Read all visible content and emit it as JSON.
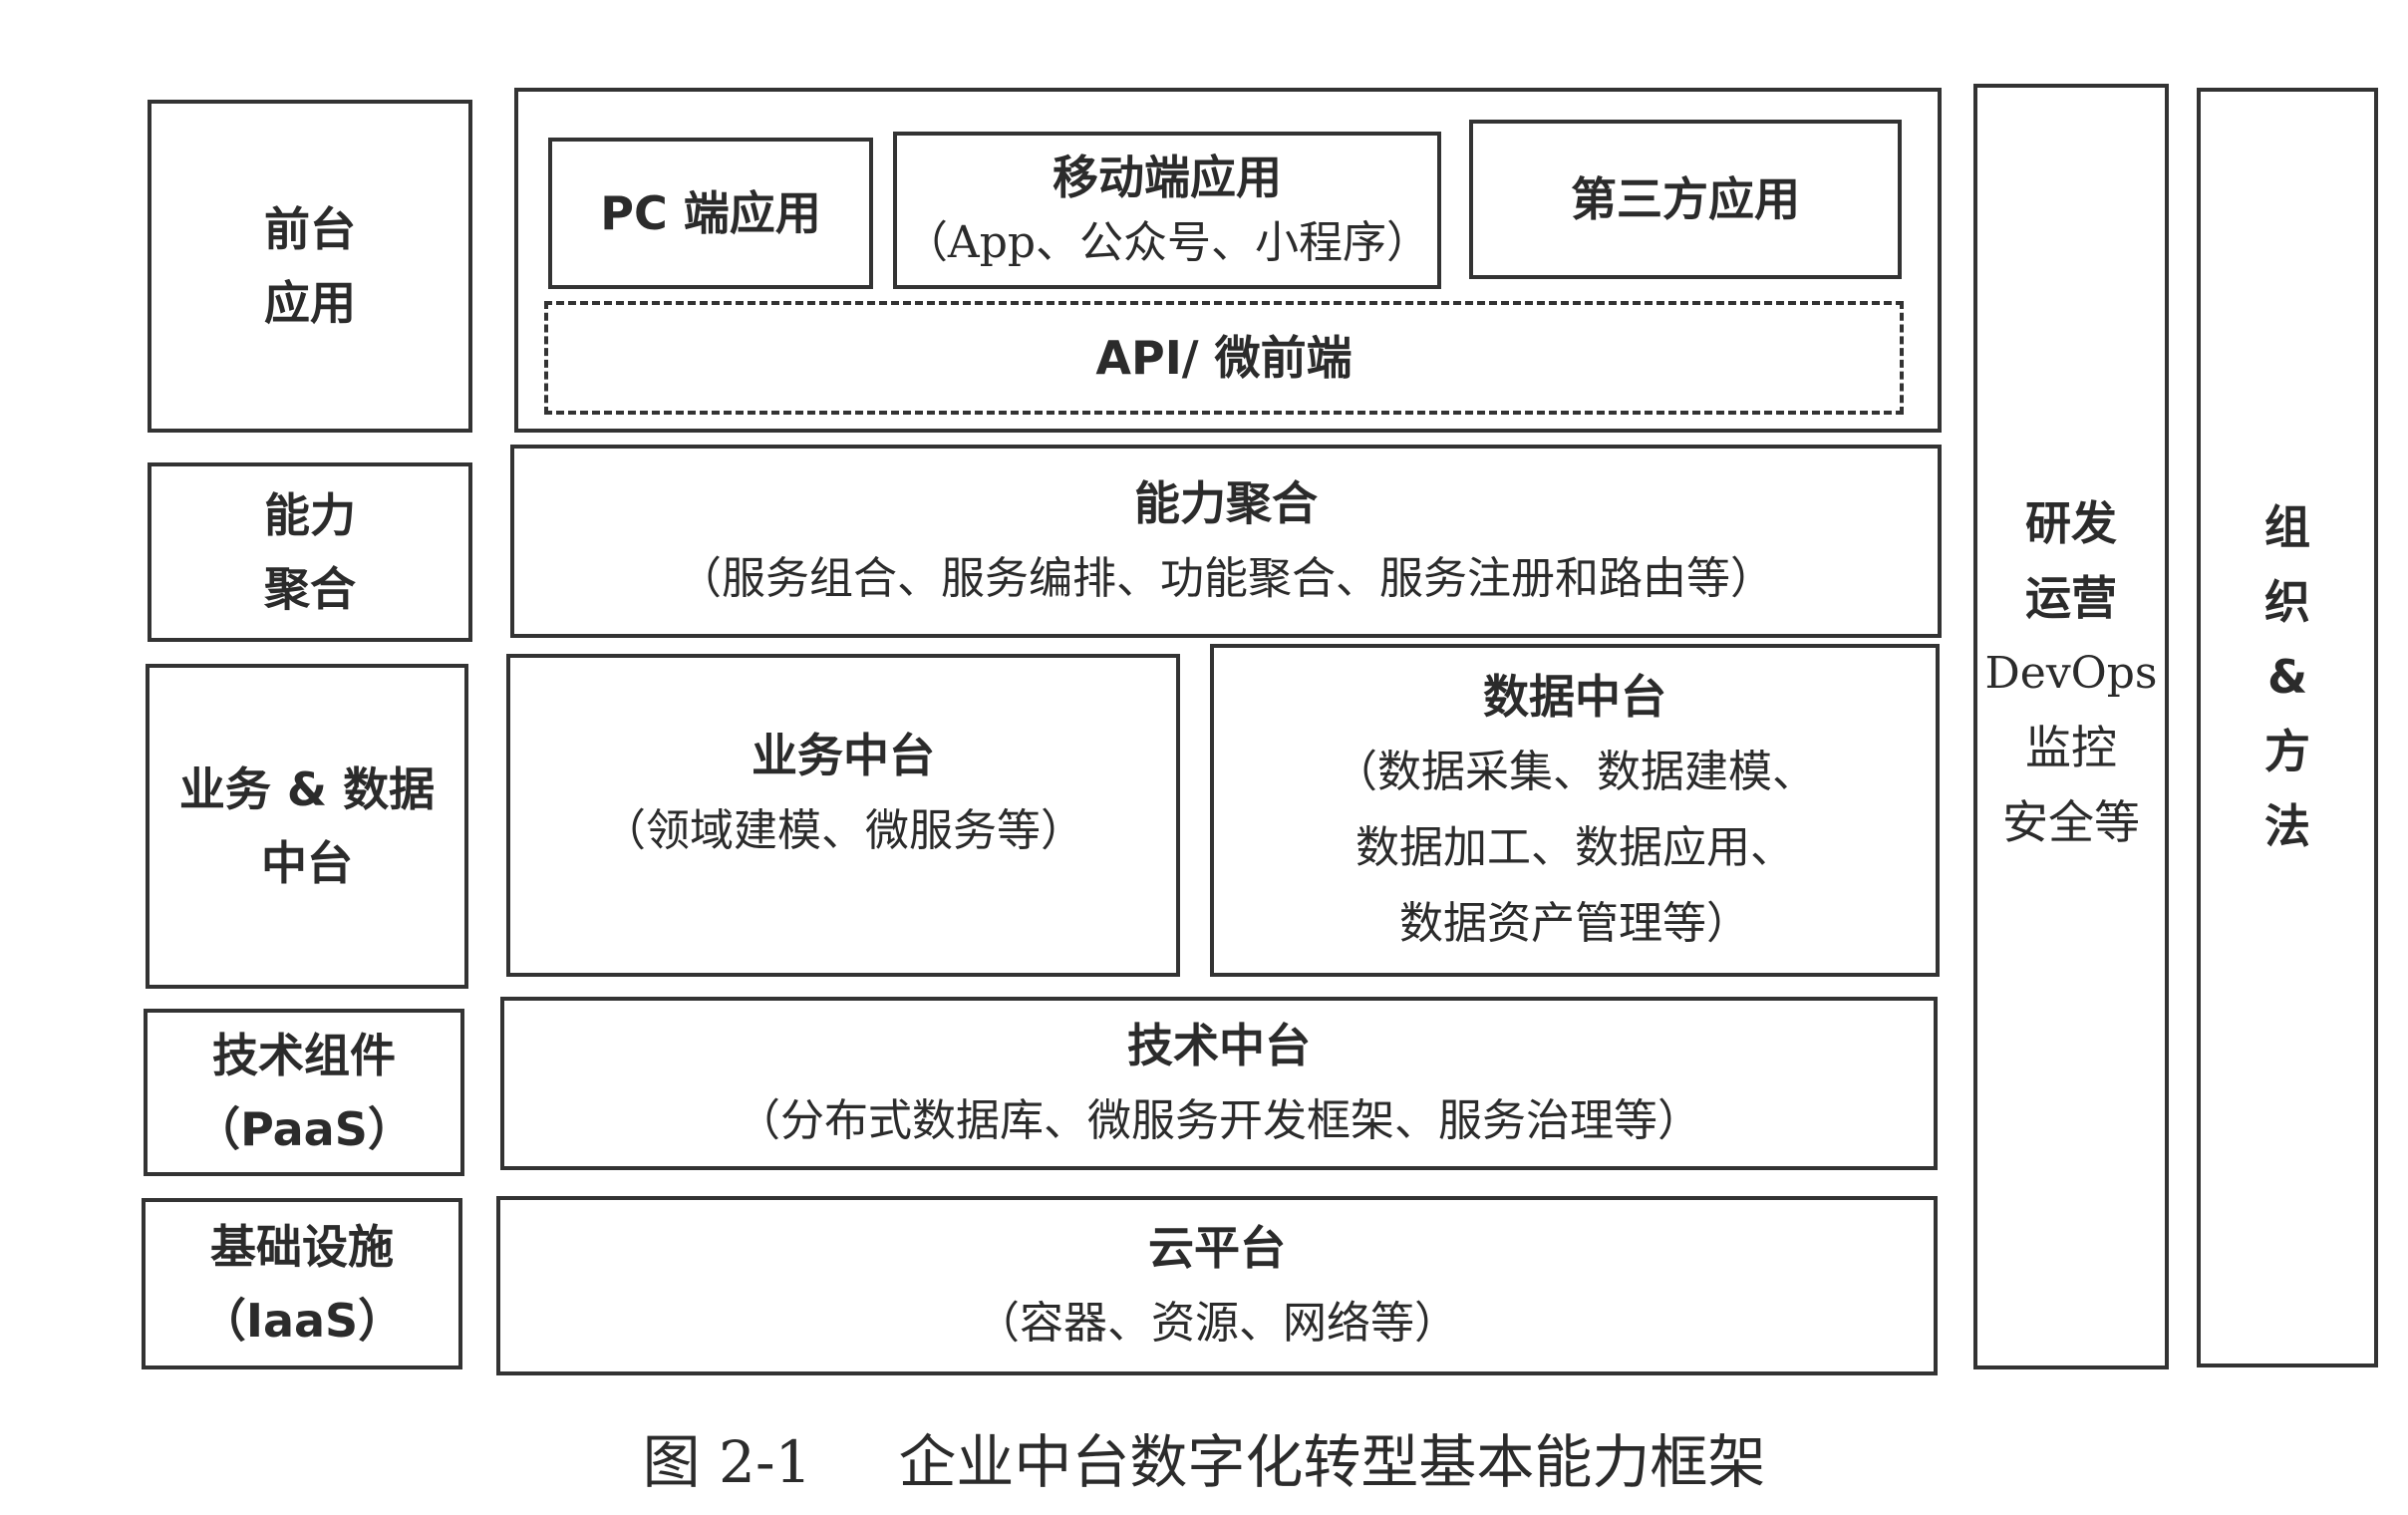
{
  "left_labels": {
    "front_app": [
      "前台",
      "应用"
    ],
    "capability": [
      "能力",
      "聚合"
    ],
    "business_data": [
      "业务 & 数据",
      "中台"
    ],
    "tech_components": [
      "技术组件",
      "（PaaS）"
    ],
    "infrastructure": [
      "基础设施",
      "（IaaS）"
    ]
  },
  "front_layer": {
    "pc_app": "PC 端应用",
    "mobile_app_title": "移动端应用",
    "mobile_app_detail": "（App、公众号、小程序）",
    "third_party_app": "第三方应用",
    "api_bar": "API/ 微前端"
  },
  "capability_layer": {
    "title": "能力聚合",
    "detail": "（服务组合、服务编排、功能聚合、服务注册和路由等）"
  },
  "business_middle": {
    "title": "业务中台",
    "detail": "（领域建模、微服务等）"
  },
  "data_middle": {
    "title": "数据中台",
    "detail_lines": [
      "（数据采集、数据建模、",
      "数据加工、数据应用、",
      "数据资产管理等）"
    ]
  },
  "tech_middle": {
    "title": "技术中台",
    "detail": "（分布式数据库、微服务开发框架、服务治理等）"
  },
  "cloud_platform": {
    "title": "云平台",
    "detail": "（容器、资源、网络等）"
  },
  "devops_column": [
    "研发",
    "运营",
    "DevOps",
    "监控",
    "安全等"
  ],
  "org_column": [
    "组",
    "织",
    "&",
    "方",
    "法"
  ],
  "caption": {
    "figure_number": "图 2-1",
    "title": "企业中台数字化转型基本能力框架"
  }
}
